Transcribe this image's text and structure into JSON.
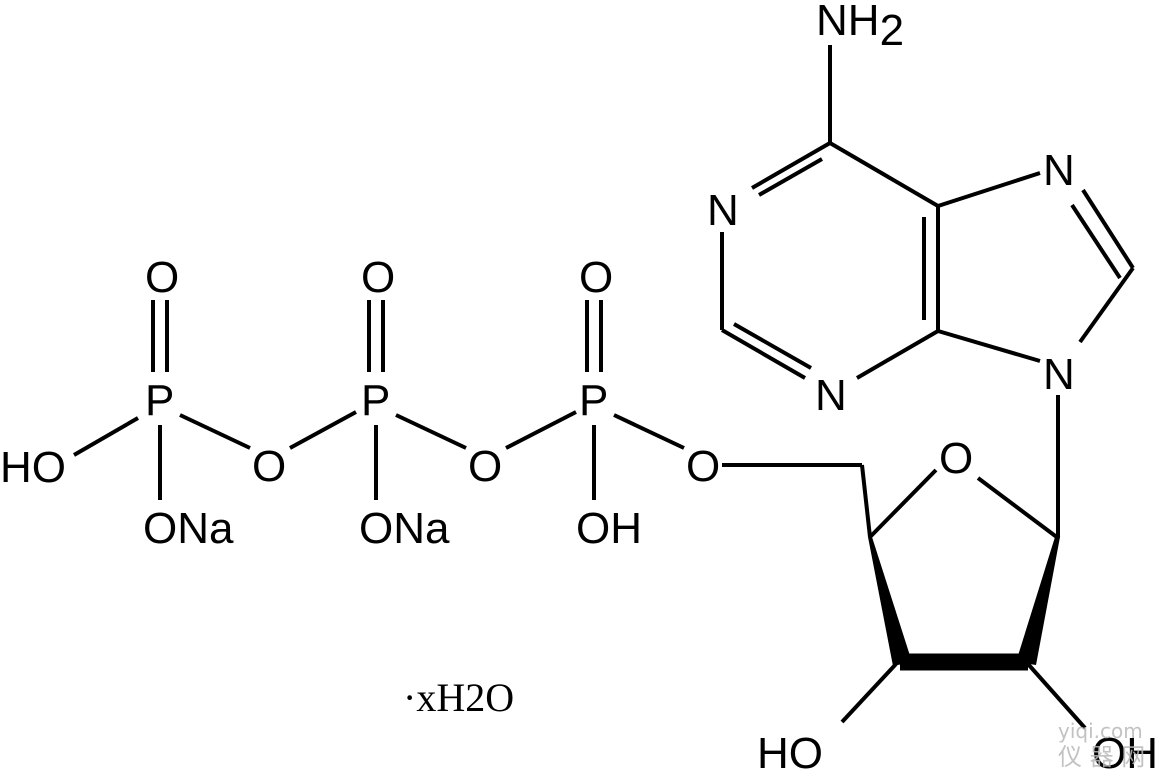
{
  "molecule": {
    "atoms": {
      "nh2_n": "NH",
      "nh2_sub": "2",
      "purine_n1": "N",
      "purine_n3": "N",
      "purine_n7": "N",
      "purine_n9": "N",
      "ring_o": "O",
      "ho_left": "HO",
      "p1": "P",
      "p1_o_top": "O",
      "p1_ona": "ONa",
      "bridge_o1": "O",
      "p2": "P",
      "p2_o_top": "O",
      "p2_ona": "ONa",
      "bridge_o2": "O",
      "p3": "P",
      "p3_o_top": "O",
      "p3_oh": "OH",
      "ester_o": "O",
      "sugar_ho": "HO",
      "sugar_oh": "OH"
    },
    "hydrate": "·xH2O"
  },
  "watermark": {
    "domain": "yiqi.com",
    "chars": "仪 器 网"
  }
}
